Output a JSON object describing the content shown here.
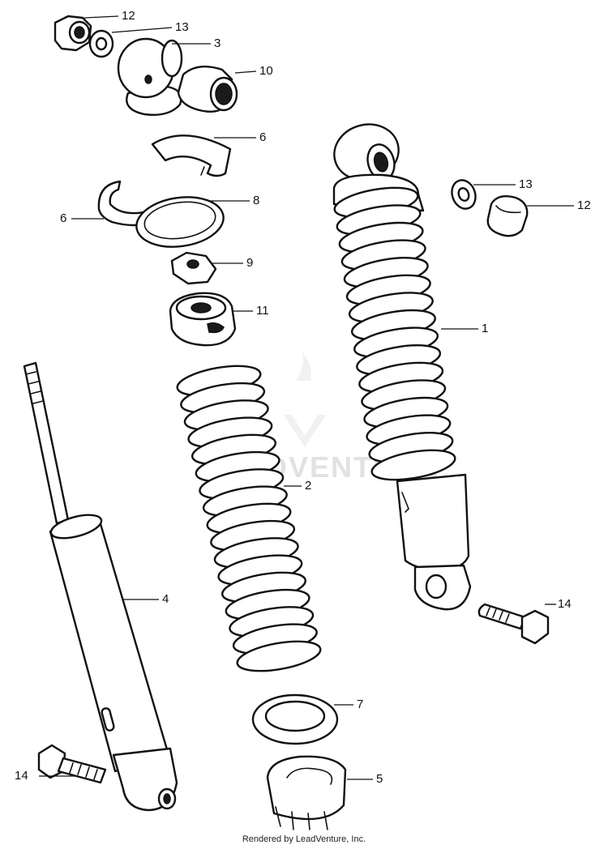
{
  "diagram": {
    "callouts": [
      {
        "id": "c-12a",
        "label": "12"
      },
      {
        "id": "c-13a",
        "label": "13"
      },
      {
        "id": "c-3",
        "label": "3"
      },
      {
        "id": "c-10",
        "label": "10"
      },
      {
        "id": "c-6a",
        "label": "6"
      },
      {
        "id": "c-8",
        "label": "8"
      },
      {
        "id": "c-6b",
        "label": "6"
      },
      {
        "id": "c-9",
        "label": "9"
      },
      {
        "id": "c-11",
        "label": "11"
      },
      {
        "id": "c-13b",
        "label": "13"
      },
      {
        "id": "c-12b",
        "label": "12"
      },
      {
        "id": "c-1",
        "label": "1"
      },
      {
        "id": "c-2",
        "label": "2"
      },
      {
        "id": "c-4",
        "label": "4"
      },
      {
        "id": "c-14a",
        "label": "14"
      },
      {
        "id": "c-7",
        "label": "7"
      },
      {
        "id": "c-14b",
        "label": "14"
      },
      {
        "id": "c-5",
        "label": "5"
      }
    ],
    "watermark": "LEADVENTURE",
    "footer": "Rendered by LeadVenture, Inc."
  }
}
